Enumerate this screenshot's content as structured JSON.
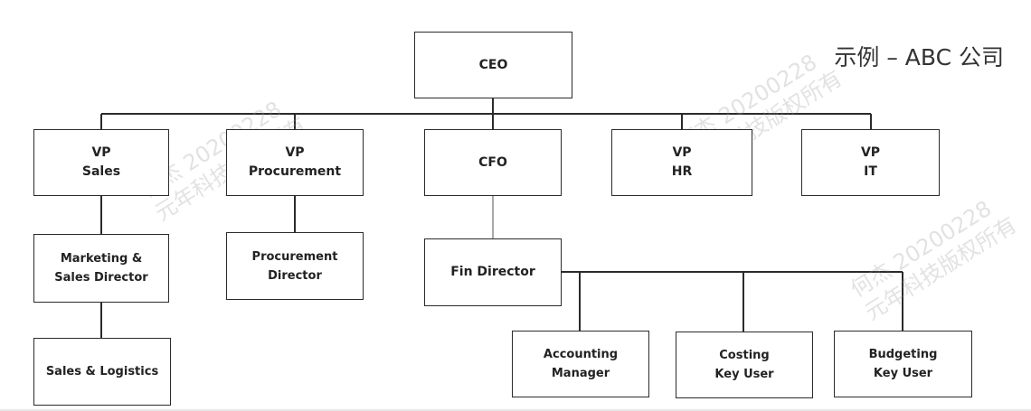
{
  "company_label": "示例 – ABC 公司",
  "watermark": {
    "line1": "何杰 20200228",
    "line2": "元年科技版权所有"
  },
  "nodes": {
    "ceo": {
      "lines": [
        "CEO"
      ]
    },
    "vp_sales": {
      "lines": [
        "VP",
        "Sales"
      ]
    },
    "vp_procurement": {
      "lines": [
        "VP",
        "Procurement"
      ]
    },
    "cfo": {
      "lines": [
        "CFO"
      ]
    },
    "vp_hr": {
      "lines": [
        "VP",
        "HR"
      ]
    },
    "vp_it": {
      "lines": [
        "VP",
        "IT"
      ]
    },
    "marketing_sales_director": {
      "lines": [
        "Marketing &",
        "Sales Director"
      ]
    },
    "sales_logistics": {
      "lines": [
        "Sales & Logistics"
      ]
    },
    "procurement_director": {
      "lines": [
        "Procurement",
        "Director"
      ]
    },
    "fin_director": {
      "lines": [
        "Fin Director"
      ]
    },
    "accounting_manager": {
      "lines": [
        "Accounting",
        "Manager"
      ]
    },
    "costing_key_user": {
      "lines": [
        "Costing",
        "Key User"
      ]
    },
    "budgeting_key_user": {
      "lines": [
        "Budgeting",
        "Key User"
      ]
    }
  },
  "colors": {
    "line": "#2b2b2b",
    "light_line": "#8a8a8a",
    "text": "#222222",
    "watermark": "#bdbdbd"
  }
}
